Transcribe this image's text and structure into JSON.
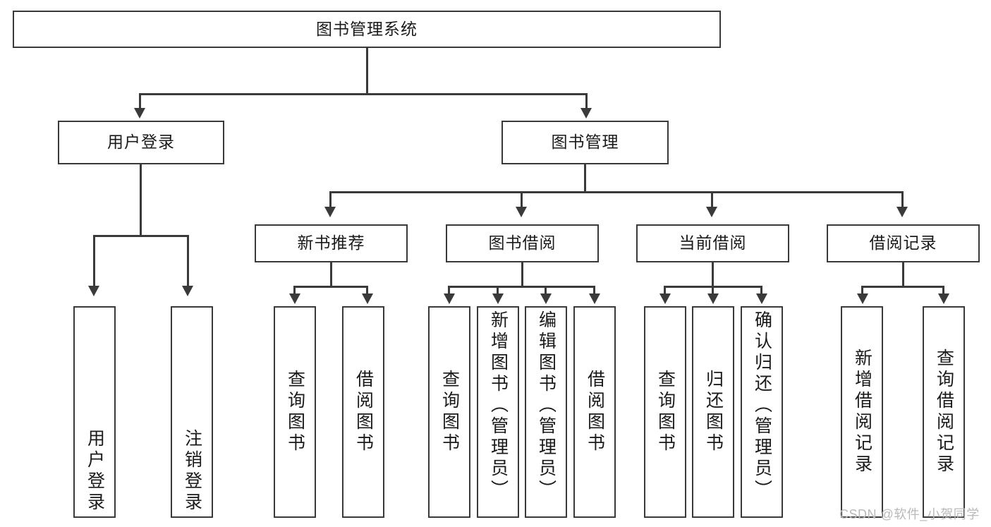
{
  "diagram": {
    "title": "图书管理系统",
    "level2": [
      {
        "id": "user-login",
        "label": "用户登录"
      },
      {
        "id": "book-manage",
        "label": "图书管理"
      }
    ],
    "level3": [
      {
        "id": "new-book-recommend",
        "label": "新书推荐"
      },
      {
        "id": "book-borrow",
        "label": "图书借阅"
      },
      {
        "id": "current-borrow",
        "label": "当前借阅"
      },
      {
        "id": "borrow-record",
        "label": "借阅记录"
      }
    ],
    "leaves": [
      {
        "id": "leaf-user-login",
        "label": "用户登录",
        "align": "bottom"
      },
      {
        "id": "leaf-logout-login",
        "label": "注销登录",
        "align": "bottom"
      },
      {
        "id": "leaf-query-book-1",
        "label": "查询图书",
        "align": "center"
      },
      {
        "id": "leaf-borrow-book-1",
        "label": "借阅图书",
        "align": "center"
      },
      {
        "id": "leaf-query-book-2",
        "label": "查询图书",
        "align": "center"
      },
      {
        "id": "leaf-add-book-admin",
        "label": "新增图书（管理员）",
        "align": "top"
      },
      {
        "id": "leaf-edit-book-admin",
        "label": "编辑图书（管理员）",
        "align": "top"
      },
      {
        "id": "leaf-borrow-book-2",
        "label": "借阅图书",
        "align": "center"
      },
      {
        "id": "leaf-query-book-3",
        "label": "查询图书",
        "align": "center"
      },
      {
        "id": "leaf-return-book",
        "label": "归还图书",
        "align": "center"
      },
      {
        "id": "leaf-confirm-return",
        "label": "确认归还（管理员）",
        "align": "top"
      },
      {
        "id": "leaf-add-record",
        "label": "新增借阅记录",
        "align": "center"
      },
      {
        "id": "leaf-query-record",
        "label": "查询借阅记录",
        "align": "center"
      }
    ],
    "watermark": "CSDN @软件_小贺同学",
    "colors": {
      "stroke": "#3a3a3a",
      "background": "#ffffff",
      "text": "#1a1a1a",
      "watermark": "#b9b9b9"
    }
  }
}
